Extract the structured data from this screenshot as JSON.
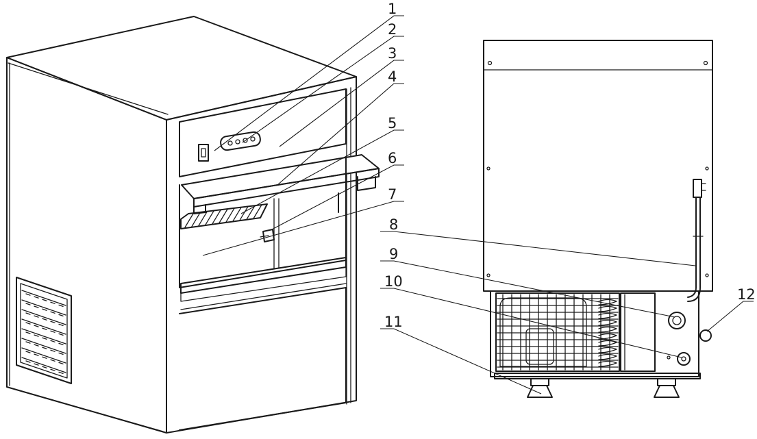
{
  "callouts": [
    "1",
    "2",
    "3",
    "4",
    "5",
    "6",
    "7",
    "8",
    "9",
    "10",
    "11",
    "12"
  ],
  "colors": {
    "line": "#1a1a1a",
    "background": "#ffffff"
  }
}
